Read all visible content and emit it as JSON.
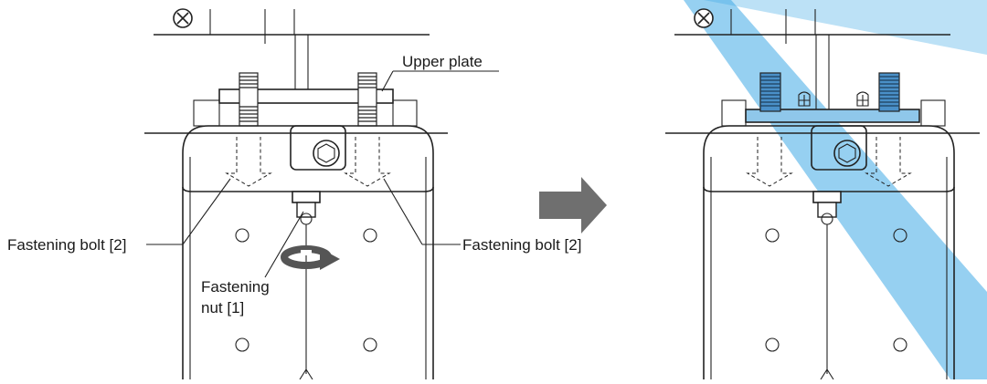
{
  "labels": {
    "upper_plate": "Upper plate",
    "fastening_bolt_left": "Fastening bolt [2]",
    "fastening_bolt_right": "Fastening bolt [2]",
    "fastening_nut_line1": "Fastening",
    "fastening_nut_line2": "nut [1]"
  },
  "colors": {
    "line": "#222222",
    "highlight": "#3fa9e6",
    "bolt_highlight": "#4a90c8",
    "arrow_gray": "#6f6f6f",
    "rotation_arrow": "#555555",
    "background": "#ffffff"
  },
  "icons": {
    "phillips_screw": "phillips-screw-icon",
    "step_arrow": "right-arrow-icon",
    "rotation": "rotation-arrow-icon"
  }
}
